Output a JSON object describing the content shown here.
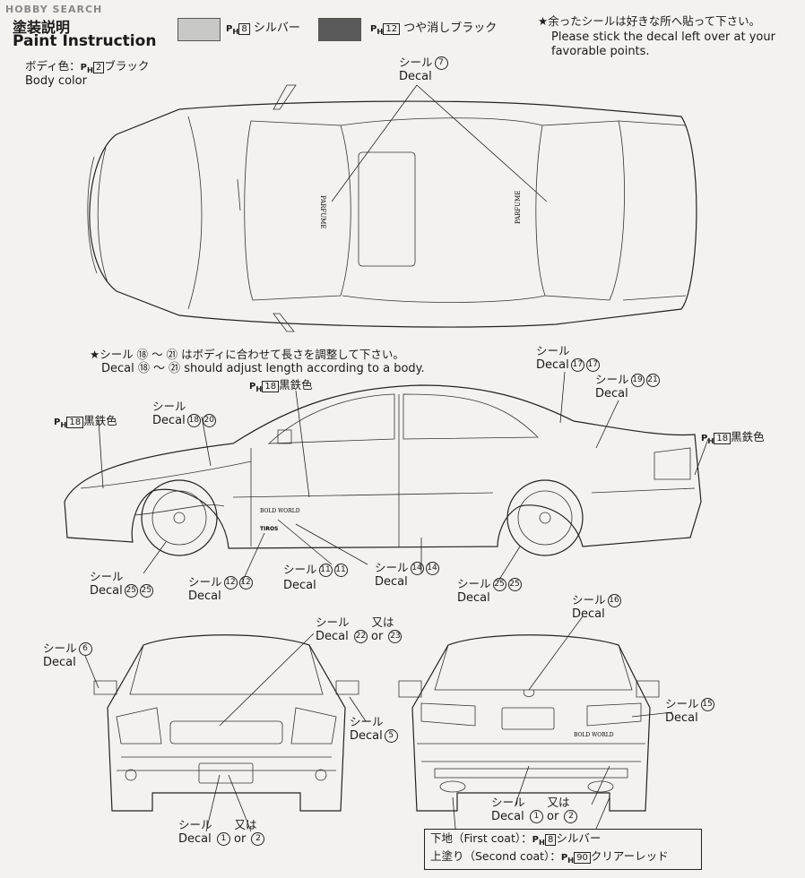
{
  "watermark": "HOBBY SEARCH",
  "header": {
    "title_jp": "塗装説明",
    "title_en": "Paint Instruction"
  },
  "colors": {
    "silver": "#c8c8c6",
    "matte_black": "#5a5a5a"
  },
  "paint_legend": [
    {
      "code": "8",
      "name": "シルバー"
    },
    {
      "code": "12",
      "name": "つや消しブラック"
    }
  ],
  "note_top": {
    "jp": "★余ったシールは好きな所へ貼って下さい。",
    "en_1": "Please stick the decal left over at your",
    "en_2": "favorable points."
  },
  "body_color": {
    "jp_prefix": "ボディ色：",
    "code": "2",
    "jp_name": "ブラック",
    "en": "Body color"
  },
  "note_mid": {
    "jp": "★シール ⑱ ～ ㉑ はボディに合わせて長さを調整して下さい。",
    "en": "Decal ⑱ ～ ㉑ should adjust length according to a body."
  },
  "labels": {
    "seal": "シール",
    "decal": "Decal",
    "or_jp": "又は",
    "or_en": "or"
  },
  "callouts": {
    "top_decal": [
      "7"
    ],
    "d17": [
      "17",
      "17"
    ],
    "d19": [
      "19",
      "21"
    ],
    "d18": [
      "18",
      "20"
    ],
    "d25a": [
      "25",
      "25"
    ],
    "d12": [
      "12",
      "12"
    ],
    "d11": [
      "11",
      "11"
    ],
    "d14": [
      "14",
      "14"
    ],
    "d25b": [
      "25",
      "25"
    ],
    "d16": [
      "16"
    ],
    "d6": [
      "6"
    ],
    "d22": [
      "22",
      "23"
    ],
    "d5": [
      "5"
    ],
    "d15": [
      "15"
    ],
    "d1a": [
      "1",
      "2"
    ],
    "d1b": [
      "1",
      "2"
    ]
  },
  "paint_callouts": {
    "gunmetal_code": "18",
    "gunmetal_name": "黒鉄色"
  },
  "car_text": {
    "parfume": "PARFUME",
    "bold_world": "BOLD WORLD",
    "tiros": "TIROS"
  },
  "coat_box": {
    "first_label": "下地（First coat）：",
    "first_code": "8",
    "first_name": "シルバー",
    "second_label": "上塗り（Second coat）：",
    "second_code": "90",
    "second_name": "クリアーレッド"
  }
}
